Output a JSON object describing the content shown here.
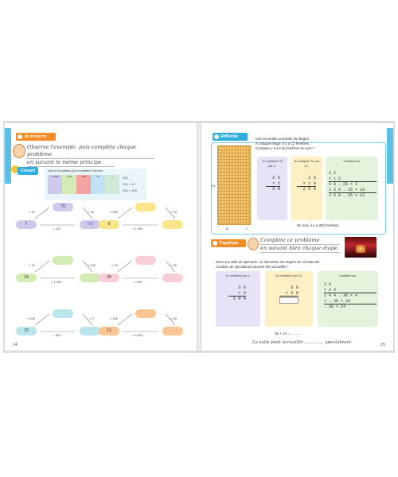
{
  "left_page": {
    "side_tab": "",
    "number": "24",
    "ribbon_label": "Je m'exerce",
    "instruction_line1": "Observe l'exemple, puis complète chaque problème",
    "instruction_line2": "en suivant le même principe.",
    "conseil_label": "Conseil",
    "conseil_text": "Aide-toi du tableau pour compléter l'exercice.",
    "table_headers": [
      "10 000",
      "1 000",
      "100",
      "10",
      "1"
    ],
    "table_rows": [
      "231",
      "231 × 10",
      "231 × 100"
    ],
    "diagrams": [
      {
        "top_value": "70",
        "left": "7",
        "right": "700",
        "left_op": "× 10",
        "right_op": "× 10",
        "bottom_op": "× 100"
      },
      {
        "top_value": "",
        "left": "9",
        "right": "",
        "left_op": "× 100",
        "right_op": "× 10",
        "bottom_op": "× 1 000"
      },
      {
        "top_value": "",
        "left": "24",
        "right": "",
        "left_op": "× 10",
        "right_op": "× 100",
        "bottom_op": "× 1 000"
      },
      {
        "top_value": "",
        "left": "39",
        "right": "",
        "left_op": "× 10",
        "right_op": "× 20",
        "bottom_op": "× 200"
      },
      {
        "top_value": "",
        "left": "15",
        "right": "",
        "left_op": "× 100",
        "right_op": "× 3",
        "bottom_op": "× 300"
      },
      {
        "top_value": "",
        "left": "12",
        "right": "",
        "left_op": "× 100",
        "right_op": "× 50",
        "bottom_op": "× 5 000"
      }
    ]
  },
  "right_page": {
    "side_tab": "",
    "number": "25",
    "ribbon1_label": "Réfléchis",
    "problem1_line1": "Cet immeuble possède 25 étages.",
    "problem1_line2": "À chaque étage, il y a 12 fenêtres.",
    "problem1_line3": "Combien y a-t-il de fenêtres en tout ?",
    "building_dims": {
      "height": "25",
      "width1": "10",
      "width2": "2"
    },
    "columns": [
      {
        "title": "Je multiplie 25 par 2.",
        "calc": [
          "2 5",
          "× 2",
          "5 0"
        ]
      },
      {
        "title": "Je multiplie 25 par 10.",
        "calc": [
          "2 5",
          "× 1 0",
          "2 5 0"
        ]
      },
      {
        "title": "J'additionne.",
        "calc": [
          "2 5",
          "× 1 2",
          "5 0 → 25 × 2",
          "2 5 0 → 25 × 10",
          "3 0 0 → 25 × 12"
        ]
      }
    ],
    "answer1": "En tout, il y a 300 fenêtres.",
    "ribbon2_label": "J'applique",
    "instruction2_line1": "Complète ce problème",
    "instruction2_line2": "en suivant bien chaque étape.",
    "problem2_line1": "Dans une salle de spectacle, on dénombre 36 rangées de 24 fauteuils.",
    "problem2_line2": "Combien de spectateurs peuvent être accueillis ?",
    "columns2": [
      {
        "title": "Je multiplie par 4.",
        "calc": [
          "3 6",
          "× 4",
          "1 4 4"
        ]
      },
      {
        "title": "Je multiplie par 20.",
        "calc": [
          "3 6",
          "× 2 0",
          ""
        ]
      },
      {
        "title": "J'additionne.",
        "calc": [
          "3 6",
          "× 2 4",
          "1 4 4 → 36 × 4",
          "+ → 36 × 20",
          "→ 36 × 24"
        ]
      }
    ],
    "equation": "36 × 24 = ..........",
    "final_sentence": "La salle peut accueillir .............. spectateurs."
  },
  "colors": {
    "orange": "#f28c28",
    "blue": "#31aee0",
    "lavender": "#cfc9ec",
    "yellow": "#fbe58a",
    "green": "#d3ebb4",
    "pink": "#f8cfd6",
    "teal": "#b9e6ec",
    "peach": "#fbc596"
  }
}
